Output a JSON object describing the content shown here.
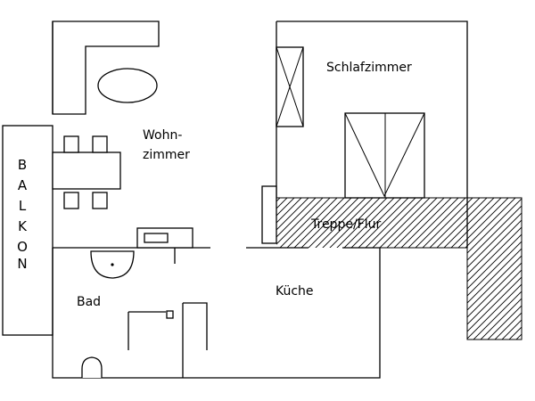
{
  "plan": {
    "rooms": {
      "wohnzimmer_line1": "Wohn-",
      "wohnzimmer_line2": "zimmer",
      "schlafzimmer": "Schlafzimmer",
      "treppe_flur": "Treppe/Flur",
      "kueche": "Küche",
      "bad": "Bad"
    },
    "balkon_letters": [
      "B",
      "A",
      "L",
      "K",
      "O",
      "N"
    ]
  }
}
